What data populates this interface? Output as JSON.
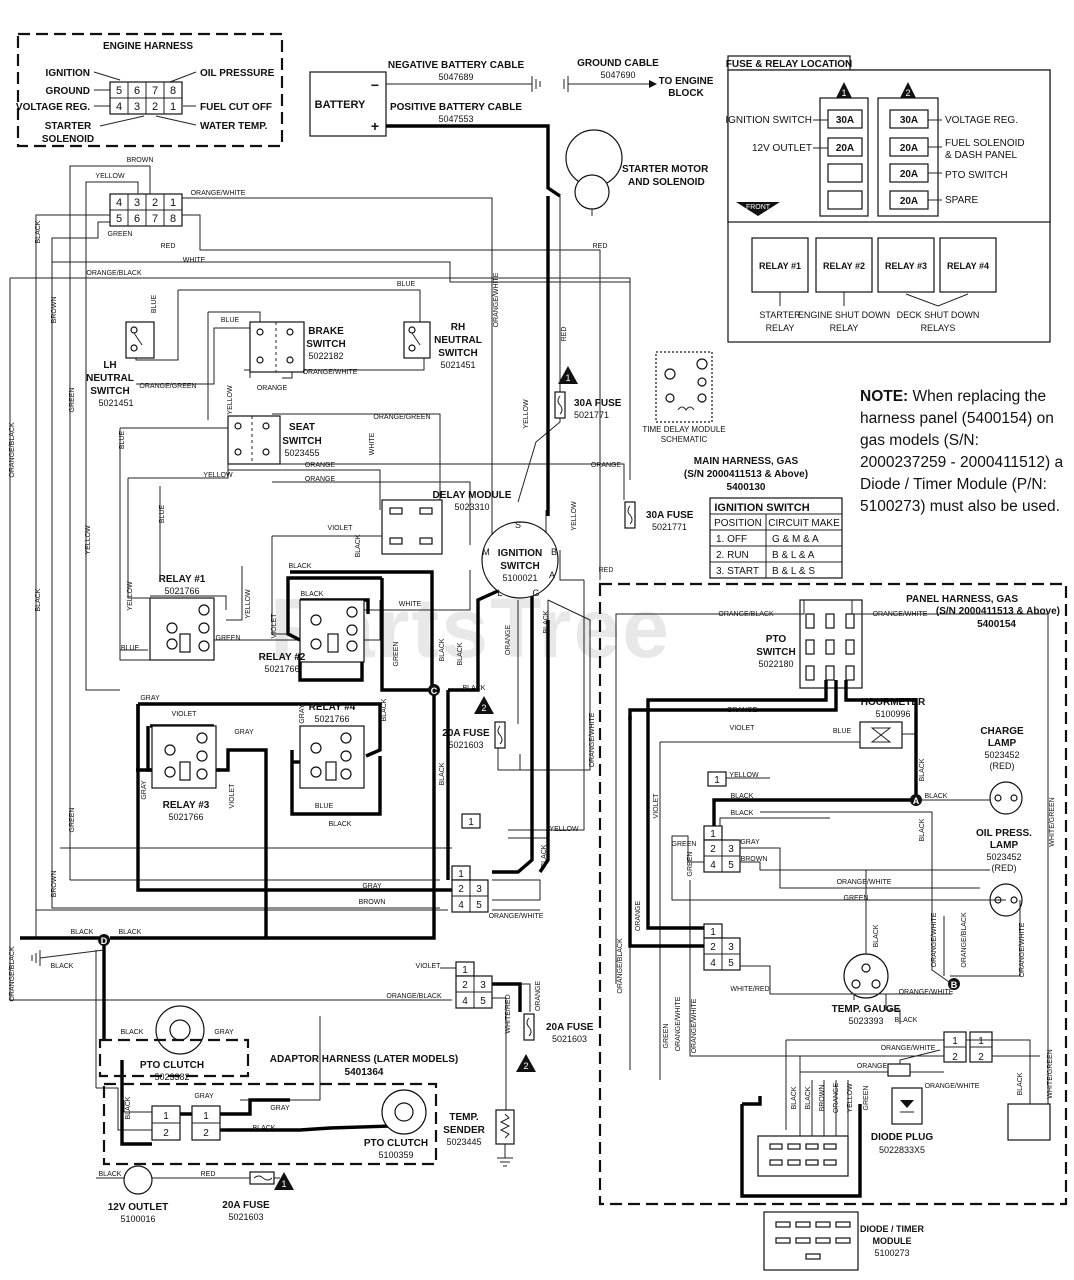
{
  "engine_harness": {
    "title": "ENGINE HARNESS",
    "labels": {
      "ignition": "IGNITION",
      "ground": "GROUND",
      "voltage_reg": "VOLTAGE REG.",
      "starter": "STARTER",
      "solenoid": "SOLENOID",
      "oil_pressure": "OIL PRESSURE",
      "fuel_cut_off": "FUEL CUT OFF",
      "water_temp": "WATER TEMP."
    },
    "pins_top": [
      "5",
      "6",
      "7",
      "8"
    ],
    "pins_bottom": [
      "4",
      "3",
      "2",
      "1"
    ]
  },
  "battery": {
    "label": "BATTERY",
    "neg": "−",
    "pos": "+",
    "neg_cable": "NEGATIVE BATTERY CABLE",
    "neg_cable_pn": "5047689",
    "pos_cable": "POSITIVE BATTERY CABLE",
    "pos_cable_pn": "5047553",
    "ground_cable": "GROUND CABLE",
    "ground_cable_pn": "5047690",
    "to_engine": "TO ENGINE",
    "block": "BLOCK"
  },
  "starter": {
    "line1": "STARTER MOTOR",
    "line2": "AND SOLENOID"
  },
  "fuse_relay": {
    "title": "FUSE & RELAY LOCATION",
    "tri1": "1",
    "tri2": "2",
    "left": [
      {
        "label": "IGNITION SWITCH",
        "amp": "30A"
      },
      {
        "label": "12V OUTLET",
        "amp": "20A"
      }
    ],
    "right": [
      {
        "label": "VOLTAGE REG.",
        "amp": "30A"
      },
      {
        "label": "FUEL SOLENOID",
        "label2": "& DASH PANEL",
        "amp": "20A"
      },
      {
        "label": "PTO SWITCH",
        "amp": "20A"
      },
      {
        "label": "SPARE",
        "amp": "20A"
      }
    ],
    "front": "FRONT",
    "relays": [
      "RELAY #1",
      "RELAY #2",
      "RELAY #3",
      "RELAY #4"
    ],
    "relay_desc": {
      "starter1": "STARTER",
      "starter2": "RELAY",
      "shutdown1": "ENGINE SHUT DOWN",
      "shutdown2": "RELAY",
      "deck1": "DECK SHUT DOWN",
      "deck2": "RELAYS"
    }
  },
  "note": {
    "bold": "NOTE:",
    "text": "When replacing the harness panel (5400154) on gas models (S/N: 2000237259 - 2000411512) a Diode / Timer Module (P/N: 5100273) must also be used."
  },
  "components": {
    "lh_neutral": {
      "l1": "LH",
      "l2": "NEUTRAL",
      "l3": "SWITCH",
      "pn": "5021451"
    },
    "brake": {
      "l1": "BRAKE",
      "l2": "SWITCH",
      "pn": "5022182"
    },
    "rh_neutral": {
      "l1": "RH",
      "l2": "NEUTRAL",
      "l3": "SWITCH",
      "pn": "5021451"
    },
    "seat": {
      "l1": "SEAT",
      "l2": "SWITCH",
      "pn": "5023455"
    },
    "delay": {
      "l1": "DELAY MODULE",
      "pn": "5023310"
    },
    "relay1": {
      "l1": "RELAY #1",
      "pn": "5021766"
    },
    "relay2": {
      "l1": "RELAY #2",
      "pn": "5021766"
    },
    "relay3": {
      "l1": "RELAY #3",
      "pn": "5021766"
    },
    "relay4": {
      "l1": "RELAY #4",
      "pn": "5021766"
    },
    "ign": {
      "l1": "IGNITION",
      "l2": "SWITCH",
      "pn": "5100021"
    },
    "fuse30a": {
      "l1": "30A FUSE",
      "pn": "5021771"
    },
    "fuse30b": {
      "l1": "30A FUSE",
      "pn": "5021771"
    },
    "fuse20a": {
      "l1": "20A FUSE",
      "pn": "5021603"
    },
    "fuse20b": {
      "l1": "20A FUSE",
      "pn": "5021603"
    },
    "fuse20c": {
      "l1": "20A FUSE",
      "pn": "5021603"
    },
    "tdm": {
      "l1": "TIME DELAY MODULE",
      "l2": "SCHEMATIC"
    },
    "pto_clutch1": {
      "l1": "PTO CLUTCH",
      "pn": "5023382"
    },
    "pto_clutch2": {
      "l1": "PTO CLUTCH",
      "pn": "5100359"
    },
    "temp_sender": {
      "l1": "TEMP.",
      "l2": "SENDER",
      "pn": "5023445"
    },
    "outlet": {
      "l1": "12V OUTLET",
      "pn": "5100016"
    },
    "adaptor": {
      "l1": "ADAPTOR HARNESS (LATER MODELS)",
      "pn": "5401364"
    },
    "pto_switch": {
      "l1": "PTO",
      "l2": "SWITCH",
      "pn": "5022180"
    },
    "hourmeter": {
      "l1": "HOURMETER",
      "pn": "5100996"
    },
    "charge_lamp": {
      "l1": "CHARGE",
      "l2": "LAMP",
      "pn": "5023452",
      "c": "(RED)"
    },
    "oil_lamp": {
      "l1": "OIL PRESS.",
      "l2": "LAMP",
      "pn": "5023452",
      "c": "(RED)"
    },
    "temp_gauge": {
      "l1": "TEMP. GAUGE",
      "pn": "5023393"
    },
    "diode_plug": {
      "l1": "DIODE PLUG",
      "pn": "5022833X5"
    },
    "diode_timer": {
      "l1": "DIODE / TIMER",
      "l2": "MODULE",
      "pn": "5100273"
    }
  },
  "main_harness": {
    "l1": "MAIN HARNESS, GAS",
    "l2": "(S/N 2000411513 & Above)",
    "pn": "5400130"
  },
  "panel_harness": {
    "l1": "PANEL HARNESS, GAS",
    "l2": "(S/N 2000411513 & Above)",
    "pn": "5400154"
  },
  "ignition_table": {
    "title": "IGNITION SWITCH",
    "headers": [
      "POSITION",
      "CIRCUIT MAKE"
    ],
    "rows": [
      [
        "1. OFF",
        "G & M & A"
      ],
      [
        "2. RUN",
        "B & L & A"
      ],
      [
        "3. START",
        "B & L & S"
      ]
    ]
  },
  "wires": {
    "brown": "BROWN",
    "yellow": "YELLOW",
    "orange_white": "ORANGE/WHITE",
    "black": "BLACK",
    "green": "GREEN",
    "red": "RED",
    "orange_black": "ORANGE/BLACK",
    "white": "WHITE",
    "blue": "BLUE",
    "orange_green": "ORANGE/GREEN",
    "orange": "ORANGE",
    "violet": "VIOLET",
    "gray": "GRAY",
    "white_red": "WHITE/RED",
    "white_green": "WHITE/GREEN"
  },
  "nodes": {
    "a": "A",
    "b": "B",
    "c": "C",
    "d": "D"
  },
  "ign_terms": {
    "s": "S",
    "m": "M",
    "b": "B",
    "l": "L",
    "g": "G",
    "a": "A"
  },
  "watermark": "PartsTree",
  "tm": "™"
}
